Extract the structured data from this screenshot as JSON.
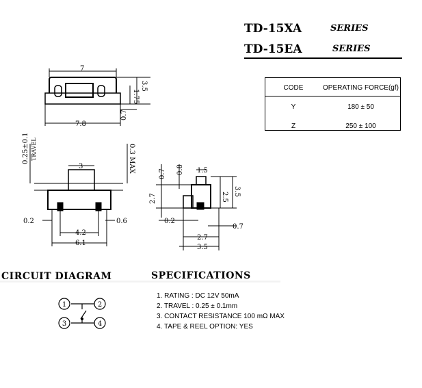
{
  "header": {
    "model1": "TD-15XA",
    "series1": "SERIES",
    "model2": "TD-15EA",
    "series2": "SERIES"
  },
  "force_table": {
    "col_code": "CODE",
    "col_force": "OPERATING FORCE(gf)",
    "rows": [
      {
        "code": "Y",
        "force": "180 ± 50"
      },
      {
        "code": "Z",
        "force": "250 ± 100"
      }
    ]
  },
  "dimensions": {
    "top_width": "7",
    "height_35": "3.5",
    "height_175": "1.75",
    "bottom_width": "7.8",
    "offset_07": "0.7",
    "travel_label": "0.25±0.1",
    "travel_word": "TRAVEL",
    "max_label": "0.3  MAX",
    "stem_width": "3",
    "left_02": "0.2",
    "right_06": "0.6",
    "pitch_42": "4.2",
    "width_61": "6.1",
    "side_07": "0.7",
    "side_08": "0.8",
    "side_15": "1.5",
    "side_27": "2.7",
    "side_25": "2.5",
    "side_35": "3.5",
    "side_02": "0.2",
    "side_07b": "0.7",
    "side_27b": "2.7",
    "side_35b": "3.5"
  },
  "circuit": {
    "title": "CIRCUIT  DIAGRAM",
    "pins": [
      "1",
      "2",
      "3",
      "4"
    ]
  },
  "specs": {
    "title": "SPECIFICATIONS",
    "items": [
      "1. RATING : DC 12V  50mA",
      "2. TRAVEL : 0.25 ± 0.1mm",
      "3. CONTACT RESISTANCE 100 mΩ MAX",
      "4. TAPE & REEL OPTION: YES"
    ]
  }
}
